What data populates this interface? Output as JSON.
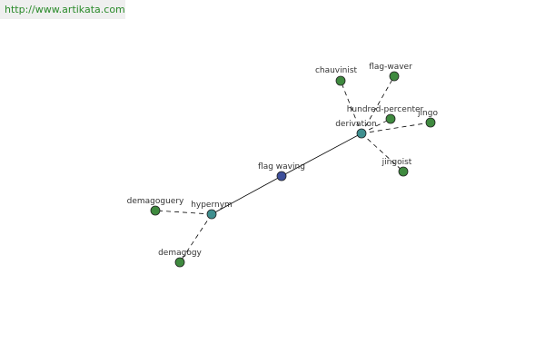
{
  "source": {
    "url_text": "http://www.artikata.com"
  },
  "colors": {
    "center_node": "#3d4f9a",
    "relation_node": "#3f8f8f",
    "word_node": "#3f8a3f",
    "link_text": "#2a8a2a",
    "edge": "#000000"
  },
  "graph": {
    "center": "flag waving",
    "relations": [
      {
        "label": "hypernym",
        "words": [
          "demagoguery",
          "demagogy"
        ]
      },
      {
        "label": "derivation",
        "words": [
          "chauvinist",
          "flag-waver",
          "hundred-percenter",
          "jingo",
          "jingoist"
        ]
      }
    ]
  }
}
